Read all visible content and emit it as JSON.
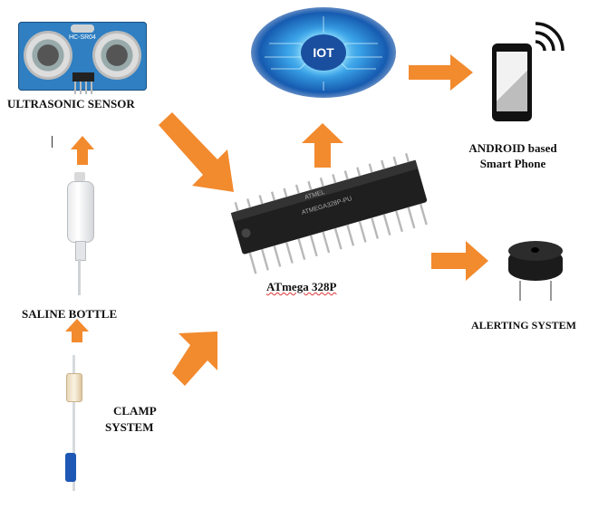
{
  "nodes": {
    "ultrasonic": {
      "label": "ULTRASONIC SENSOR",
      "module_text": "HC-SR04"
    },
    "iot": {
      "label": "IOT"
    },
    "phone": {
      "label_line1": "ANDROID based",
      "label_line2": "Smart Phone"
    },
    "mcu": {
      "label": "ATmega 328P",
      "chip_text_1": "ATMEL",
      "chip_text_2": "ATMEGA328P-PU"
    },
    "saline": {
      "label": "SALINE BOTTLE"
    },
    "clamp": {
      "label_line1": "CLAMP",
      "label_line2": "SYSTEM"
    },
    "alert": {
      "label": "ALERTING SYSTEM"
    }
  },
  "colors": {
    "arrow": "#f28a2e",
    "chip": "#222222",
    "iot_glow": "#1e6fc9"
  }
}
